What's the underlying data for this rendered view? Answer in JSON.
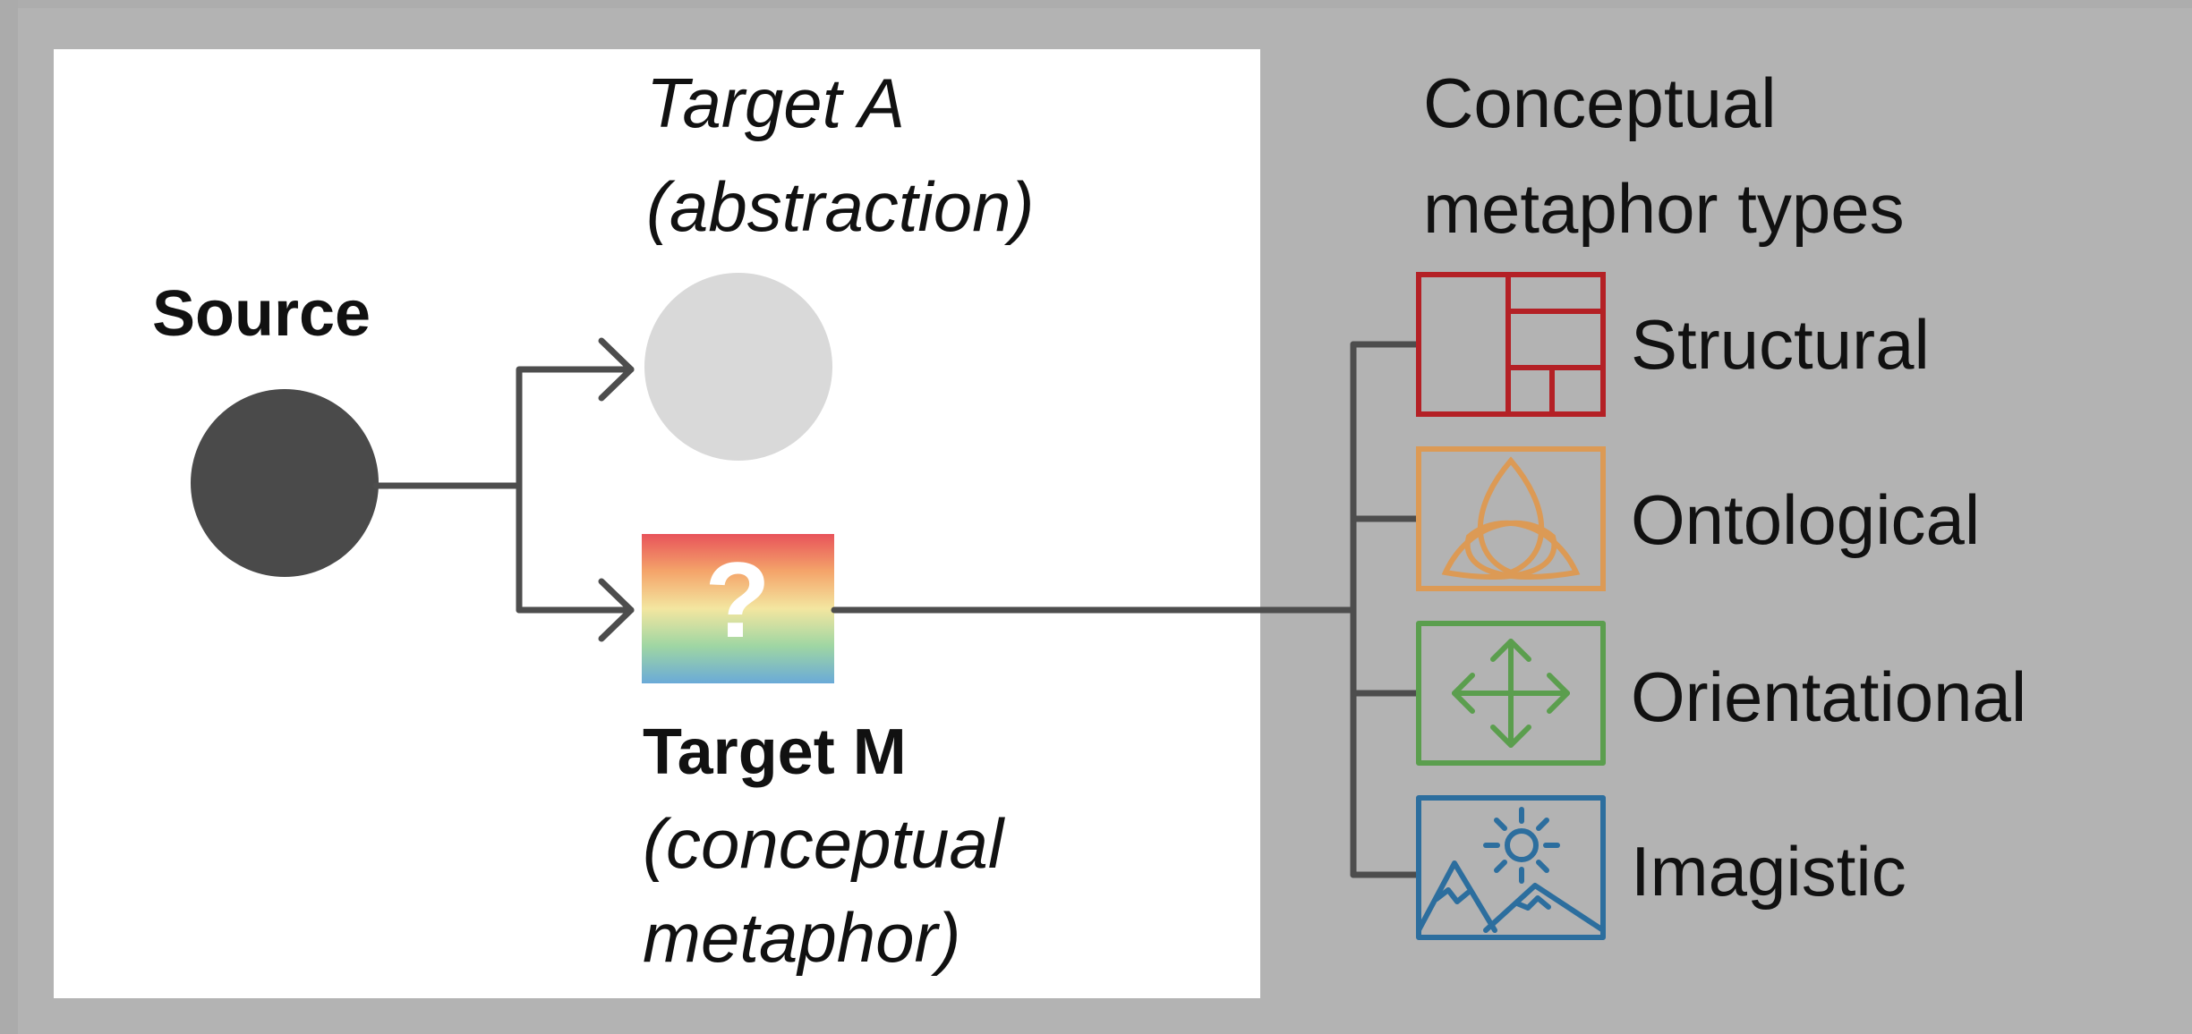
{
  "source_label": "Source",
  "target_a": {
    "title": "Target A",
    "subtitle": "(abstraction)"
  },
  "target_m": {
    "title": "Target M",
    "subtitle_line1": "(conceptual",
    "subtitle_line2": "metaphor)",
    "glyph": "?"
  },
  "types_heading": {
    "line1": "Conceptual",
    "line2": "metaphor types"
  },
  "types": [
    {
      "label": "Structural",
      "icon": "grid-layout-icon",
      "color": "#b42025"
    },
    {
      "label": "Ontological",
      "icon": "triquetra-knot-icon",
      "color": "#dc9a55"
    },
    {
      "label": "Orientational",
      "icon": "four-way-arrows-icon",
      "color": "#5b9e4e"
    },
    {
      "label": "Imagistic",
      "icon": "sun-mountains-icon",
      "color": "#2c6e9e"
    }
  ],
  "colors": {
    "background": "#b3b3b3",
    "panel": "#ffffff",
    "source_circle": "#4a4a4a",
    "target_a_circle": "#d9d9d9",
    "connector": "#4d4d4d"
  }
}
